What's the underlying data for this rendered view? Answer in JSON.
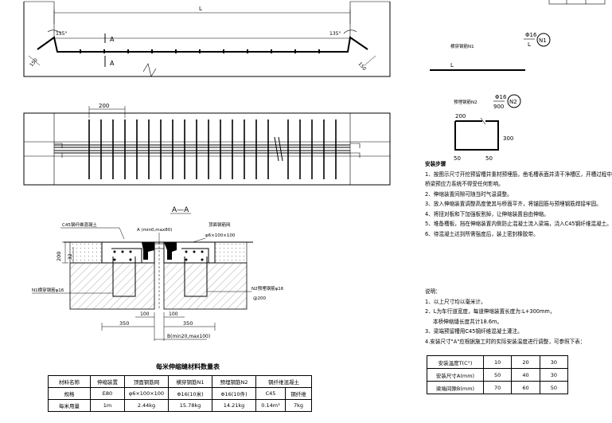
{
  "top_view": {
    "length_label": "L",
    "angle_left": "135°",
    "angle_right": "135°",
    "leg_left": "150",
    "leg_right": "150",
    "section_mark": "A"
  },
  "plan_view": {
    "spacing_label": "200"
  },
  "section": {
    "title": "A—A",
    "label_concrete": "C45钢纤维混凝土",
    "label_gap": "A (min0,max80)",
    "label_mesh_title": "顶面钢筋网",
    "label_mesh_spec": "φ6×100×100",
    "label_n1": "N1横穿钢筋φ16",
    "label_n2": "N2预埋钢筋φ16",
    "label_n2_spacing": "@200",
    "dim_200": "200",
    "dim_32": "32",
    "dim_100a": "100",
    "dim_100b": "100",
    "dim_350a": "350",
    "dim_350b": "350",
    "dim_b": "B(min20,max100)"
  },
  "bar_n1": {
    "title": "横穿钢筋N1",
    "dia": "Φ16",
    "tag": "N1",
    "length": "L"
  },
  "bar_n2": {
    "title": "预埋钢筋N2",
    "dia": "Φ16",
    "tag": "N2",
    "dim_900": "900",
    "dim_200": "200",
    "dim_300": "300",
    "dim_50a": "50",
    "dim_50b": "50"
  },
  "install": {
    "title": "安装步骤",
    "lines": [
      "1、按图示尺寸开挖预留槽并重材预埋筋，凿毛槽表面并清干净槽区，开槽过程中",
      "桥梁预应力系统不得受任何影响。",
      "2、伸缩装置间隙可随当时气温调整。",
      "3、放入伸缩装置调整高度使其与桥面平齐，将锚固筋与预埋钢筋焊接牢固。",
      "4、将扭对板和下加强板割掉，让伸缩装置自由伸缩。",
      "5、堆备槽板，挡在伸缩装置内侧防止混凝土流入梁端，浇入C45钢纤维混凝土。",
      "6、待混凝土达到所需强度后，装上密封橡胶带。"
    ]
  },
  "notes": {
    "title": "说明：",
    "lines": [
      "1、以上尺寸均以毫米计。",
      "2、L为车行道宽度，每道伸缩装置长度为:L+300mm，",
      "本桥伸缩缝长度共计18.6m。",
      "3、梁端预留槽用C45钢纤维混凝土灌注。",
      "4.安装尺寸\"A\"应根据施工时的实际安装温度进行调整，可参照下表："
    ]
  },
  "temp_table": {
    "rows": [
      {
        "label": "安装温度T(C°)",
        "v1": "10",
        "v2": "20",
        "v3": "30"
      },
      {
        "label": "安装尺寸A(mm)",
        "v1": "50",
        "v2": "40",
        "v3": "30"
      },
      {
        "label": "梁端间隙B(mm)",
        "v1": "70",
        "v2": "60",
        "v3": "50"
      }
    ]
  },
  "material_table": {
    "title": "每米伸缩缝材料数量表",
    "headers": [
      "材料名称",
      "伸缩装置",
      "顶面钢筋网",
      "横穿钢筋N1",
      "预埋钢筋N2",
      "钢纤维混凝土"
    ],
    "spec_label": "规格",
    "specs": [
      "E80",
      "φ6×100×100",
      "Φ16(10米)",
      "Φ16(10件)",
      "C45",
      "钢纤维"
    ],
    "qty_label": "每米用量",
    "qtys": [
      "1m",
      "2.44kg",
      "15.78kg",
      "14.21kg",
      "0.14m³",
      "7kg"
    ]
  }
}
